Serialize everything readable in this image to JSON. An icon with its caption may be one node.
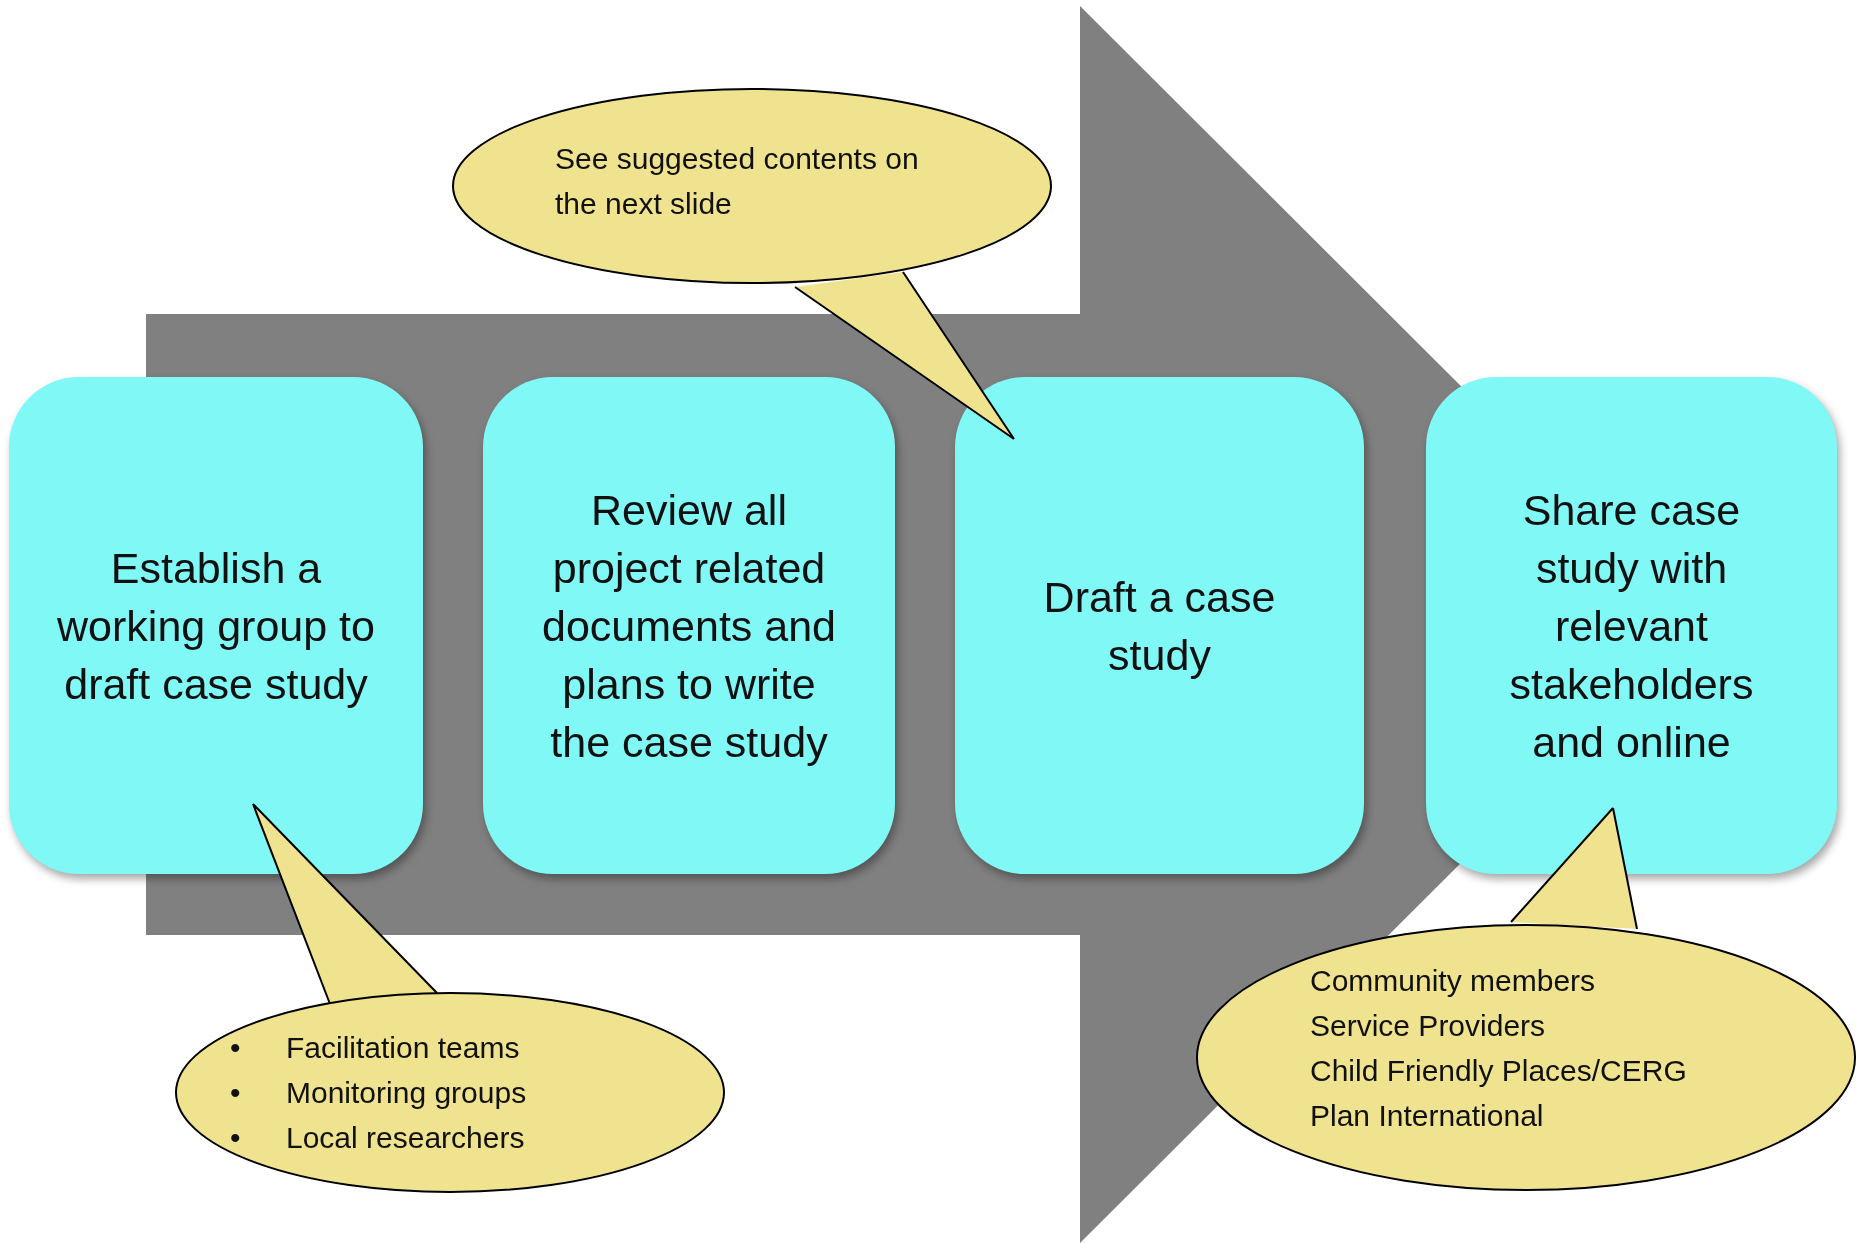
{
  "diagram": {
    "nodes": [
      {
        "text": [
          "See suggested contents on the next slide"
        ]
      },
      {
        "text": [
          "Establish a working group to draft case study"
        ]
      },
      {
        "text": [
          "Review all project related documents and plans to write the case study"
        ]
      },
      {
        "text": [
          "Draft a case study"
        ]
      },
      {
        "text": [
          "Share case study with relevant stakeholders and online"
        ]
      },
      {
        "text": [
          "• Facilitation teams",
          "• Monitoring groups",
          "• Local researchers"
        ]
      },
      {
        "text": [
          "Community members",
          "Service Providers",
          "Child Friendly Places/CERG",
          "Plan International"
        ]
      }
    ],
    "edges": [
      {
        "from": 0,
        "to": 3,
        "arrow": "none"
      },
      {
        "from": 5,
        "to": 1,
        "arrow": "none"
      },
      {
        "from": 6,
        "to": 4,
        "arrow": "none"
      },
      {
        "from": 1,
        "to": 4,
        "arrow": "to",
        "style": "thick",
        "color": "#808080"
      }
    ]
  }
}
